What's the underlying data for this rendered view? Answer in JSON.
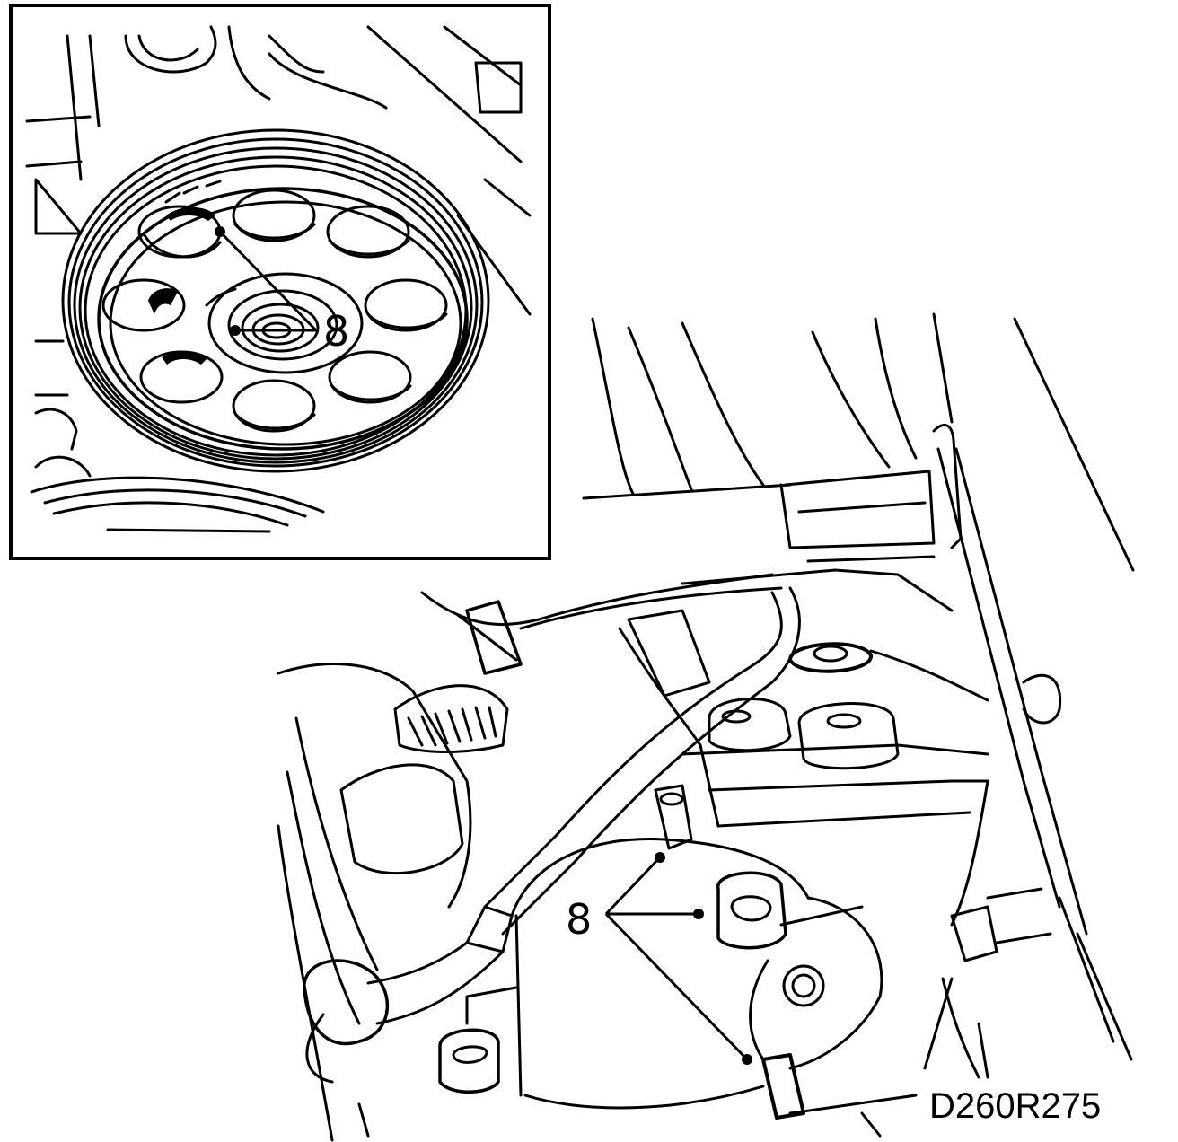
{
  "inset": {
    "callout_label": "8"
  },
  "main": {
    "callout_label": "8"
  },
  "figure_reference": "D260R275",
  "colors": {
    "ink": "#000000",
    "paper": "#ffffff"
  }
}
